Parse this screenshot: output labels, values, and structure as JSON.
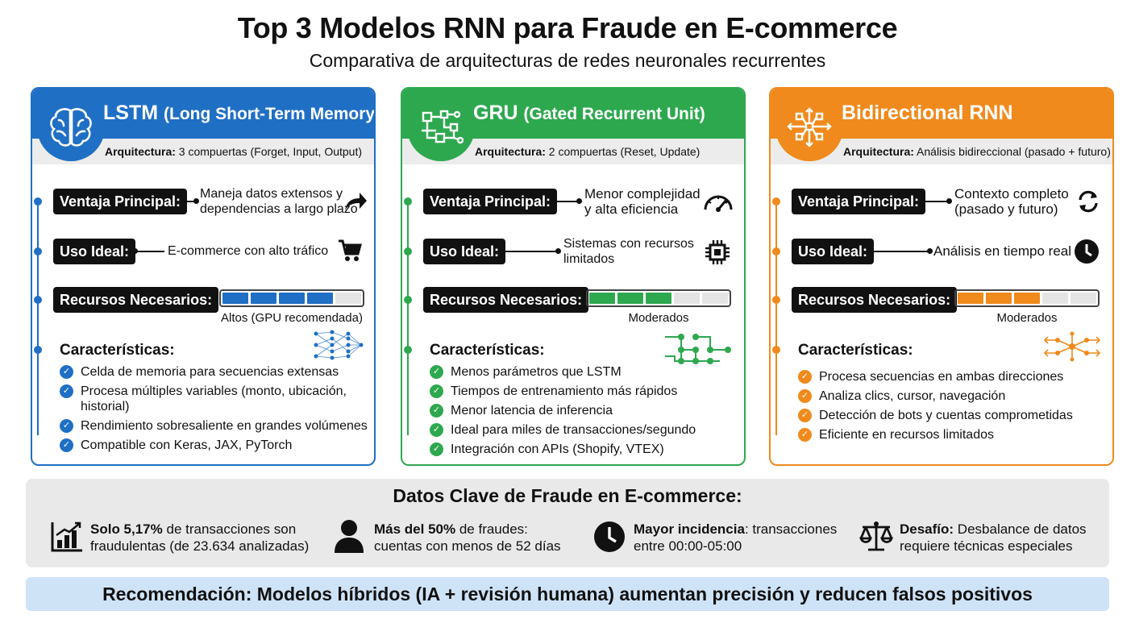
{
  "title": "Top 3 Modelos RNN para Fraude en E-commerce",
  "subtitle": "Comparativa de arquitecturas de redes neuronales recurrentes",
  "labels": {
    "ventaja": "Ventaja Principal:",
    "uso": "Uso Ideal:",
    "recursos": "Recursos Necesarios:",
    "caracteristicas": "Características:",
    "arquitectura": "Arquitectura:"
  },
  "cards": [
    {
      "color": "#1f6fc5",
      "title_main": "LSTM",
      "title_paren": "(Long Short-Term Memory)",
      "arquitectura": "3 compuertas (Forget, Input, Output)",
      "ventaja_line1": "Maneja datos extensos y",
      "ventaja_line2": "dependencias a largo plazo",
      "uso": "E-commerce con alto tráfico",
      "recursos_level": 0.8,
      "recursos_label": "Altos (GPU recomendada)",
      "features": [
        "Celda de memoria para secuencias extensas",
        "Procesa múltiples variables (monto, ubicación, historial)",
        "Rendimiento sobresaliente en grandes volúmenes",
        "Compatible con Keras, JAX, PyTorch"
      ]
    },
    {
      "color": "#2ea84f",
      "title_main": "GRU",
      "title_paren": "(Gated Recurrent Unit)",
      "arquitectura": "2 compuertas (Reset, Update)",
      "ventaja_line1": "Menor complejidad",
      "ventaja_line2": "y alta eficiencia",
      "uso_line1": "Sistemas con recursos",
      "uso_line2": "limitados",
      "recursos_level": 0.6,
      "recursos_label": "Moderados",
      "features": [
        "Menos parámetros que LSTM",
        "Tiempos de entrenamiento más rápidos",
        "Menor latencia de inferencia",
        "Ideal para miles de transacciones/segundo",
        "Integración con APIs (Shopify, VTEX)"
      ]
    },
    {
      "color": "#f08a1c",
      "title_main": "Bidirectional RNN",
      "arquitectura": "Análisis bidireccional (pasado + futuro)",
      "ventaja_line1": "Contexto completo",
      "ventaja_line2": "(pasado y futuro)",
      "uso": "Análisis en tiempo real",
      "recursos_level": 0.6,
      "recursos_label": "Moderados",
      "features": [
        "Procesa secuencias en ambas direcciones",
        "Analiza clics, cursor, navegación",
        "Detección de bots y cuentas comprometidas",
        "Eficiente en recursos limitados"
      ]
    }
  ],
  "stats": {
    "title": "Datos Clave de Fraude en E-commerce:",
    "items": [
      {
        "icon": "bar-chart-icon",
        "bold": "Solo 5,17%",
        "rest1": " de transacciones son",
        "line2": "fraudulentas (de 23.634 analizadas)"
      },
      {
        "icon": "person-icon",
        "bold": "Más del 50%",
        "rest1": " de fraudes:",
        "line2": "cuentas con menos de 52 días"
      },
      {
        "icon": "clock-icon",
        "bold": "Mayor incidencia",
        "rest1": ": transacciones",
        "line2": "entre 00:00-05:00"
      },
      {
        "icon": "scale-icon",
        "bold": "Desafío:",
        "rest1": " Desbalance de datos",
        "line2": "requiere técnicas especiales"
      }
    ]
  },
  "recommendation": "Recomendación: Modelos híbridos (IA + revisión humana) aumentan precisión y reducen falsos positivos"
}
